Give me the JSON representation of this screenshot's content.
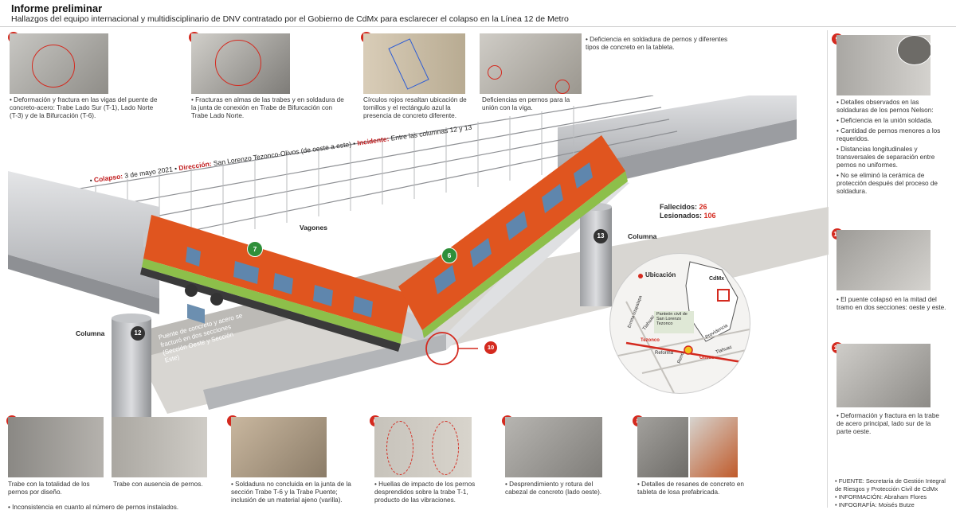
{
  "header": {
    "title": "Informe preliminar",
    "subtitle": "Hallazgos del equipo internacional y multidisciplinario de DNV contratado por el Gobierno de CdMx para esclarecer el colapso en la Línea 12 de Metro"
  },
  "panels": {
    "p1": {
      "num": "1",
      "caption": "Deformación y fractura en las vigas del puente de concreto-acero: Trabe Lado Sur (T-1), Lado Norte (T-3) y de la Bifurcación (T-6)."
    },
    "p2": {
      "num": "2",
      "caption": "Fracturas en almas de las trabes y en soldadura de la junta de conexión en Trabe de Bifurcación con Trabe Lado Norte."
    },
    "p3": {
      "num": "3",
      "caption": "Círculos rojos resaltan ubicación de tornillos y el rectángulo azul la presencia de concreto diferente."
    },
    "p3b": {
      "caption": "Deficiencias en pernos para la unión con la viga."
    },
    "p3c": {
      "caption": "Deficiencia en soldadura de pernos y diferentes tipos de concreto en la tableta."
    },
    "p4": {
      "num": "4",
      "caption_a": "Trabe con la totalidad de los pernos por diseño.",
      "caption_b": "Trabe con ausencia de pernos.",
      "note": "Inconsistencia en cuanto al número de pernos instalados."
    },
    "p5": {
      "num": "5",
      "caption": "Soldadura no concluida en la junta de la sección Trabe T-6 y la Trabe Puente; inclusión de un material ajeno (varilla)."
    },
    "p6": {
      "num": "6",
      "caption": "Huellas de impacto de los pernos desprendidos sobre la trabe T-1, producto de las vibraciones."
    },
    "p7": {
      "num": "7",
      "caption": "Desprendimiento y rotura del cabezal de concreto (lado oeste)."
    },
    "p8": {
      "num": "8",
      "caption": "Detalles de resanes de concreto en tableta de losa prefabricada."
    },
    "p9": {
      "num": "9",
      "intro": "Detalles observados en las soldaduras de los pernos Nelson:",
      "items": [
        "Deficiencia en la unión soldada.",
        "Cantidad de pernos menores a los requeridos.",
        "Distancias longitudinales y transversales de separación entre pernos no uniformes.",
        "No se eliminó la cerámica de protección después del proceso de soldadura."
      ]
    },
    "p10": {
      "num": "10",
      "caption": "El puente colapsó en la mitad del tramo en dos secciones: oeste y este."
    },
    "p11": {
      "num": "11",
      "caption": "Deformación y fractura en la trabe de acero principal, lado sur de la parte oeste."
    }
  },
  "scene": {
    "colapso_label": "Colapso:",
    "colapso_value": "3 de mayo 2021",
    "direccion_label": "Dirección:",
    "direccion_value": "San Lorenzo Tezonco-Olivos (de oeste a este)",
    "incidente_label": "Incidente:",
    "incidente_value": "Entre las columnas 12 y 13",
    "vagones": "Vagones",
    "car_left": "7",
    "car_right": "6",
    "columna_left": "Columna",
    "columna_left_num": "12",
    "columna_right": "Columna",
    "columna_right_num": "13",
    "bridge_note": "Puente de concreto y acero se fracturó en dos secciones (Sección Oeste y Sección Este)",
    "ref_10": "10",
    "fallecidos_label": "Fallecidos:",
    "fallecidos_value": "26",
    "lesionados_label": "Lesionados:",
    "lesionados_value": "106"
  },
  "map": {
    "ubicacion": "Ubicación",
    "cdmx": "CdMx",
    "pantheon": "Panteón civil de San Lorenzo Tezonco",
    "tezonco": "Tezonco",
    "olivos": "Olivos",
    "tlahuac1": "Tlahuac",
    "tlahuac2": "Tlahuac",
    "providencia": "Providencia",
    "reforma": "Reforma",
    "ermita": "Ermita Iztapalapa",
    "bejuco": "Reno"
  },
  "credits": [
    "FUENTE: Secretaría de Gestión Integral de Riesgos y Protección Civil de CdMx",
    "INFORMACIÓN: Abraham Flores",
    "INFOGRAFÍA: Moisés Butze"
  ],
  "colors": {
    "accent": "#d42a1f",
    "train": "#e0551f",
    "stripe": "#8dbf4a",
    "steel": "#c7c9cc"
  }
}
